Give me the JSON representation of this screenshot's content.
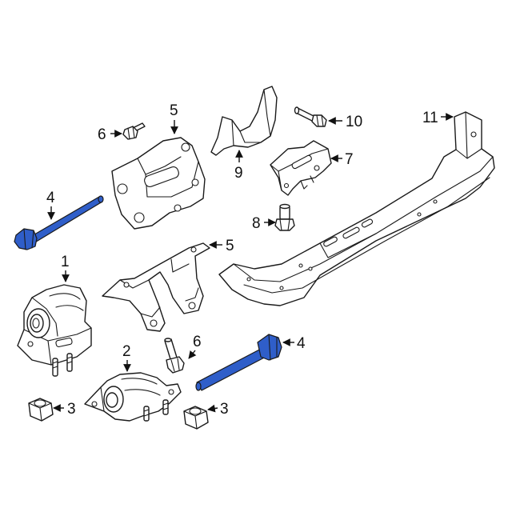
{
  "colors": {
    "highlight": "#2f5ec9",
    "line": "#1a1a1a",
    "background": "#ffffff"
  },
  "callouts": [
    {
      "id": "c1",
      "label": "1"
    },
    {
      "id": "c2",
      "label": "2"
    },
    {
      "id": "c3a",
      "label": "3"
    },
    {
      "id": "c3b",
      "label": "3"
    },
    {
      "id": "c4a",
      "label": "4"
    },
    {
      "id": "c4b",
      "label": "4"
    },
    {
      "id": "c5a",
      "label": "5"
    },
    {
      "id": "c5b",
      "label": "5"
    },
    {
      "id": "c6a",
      "label": "6"
    },
    {
      "id": "c6b",
      "label": "6"
    },
    {
      "id": "c7",
      "label": "7"
    },
    {
      "id": "c8",
      "label": "8"
    },
    {
      "id": "c9",
      "label": "9"
    },
    {
      "id": "c10",
      "label": "10"
    },
    {
      "id": "c11",
      "label": "11"
    }
  ]
}
